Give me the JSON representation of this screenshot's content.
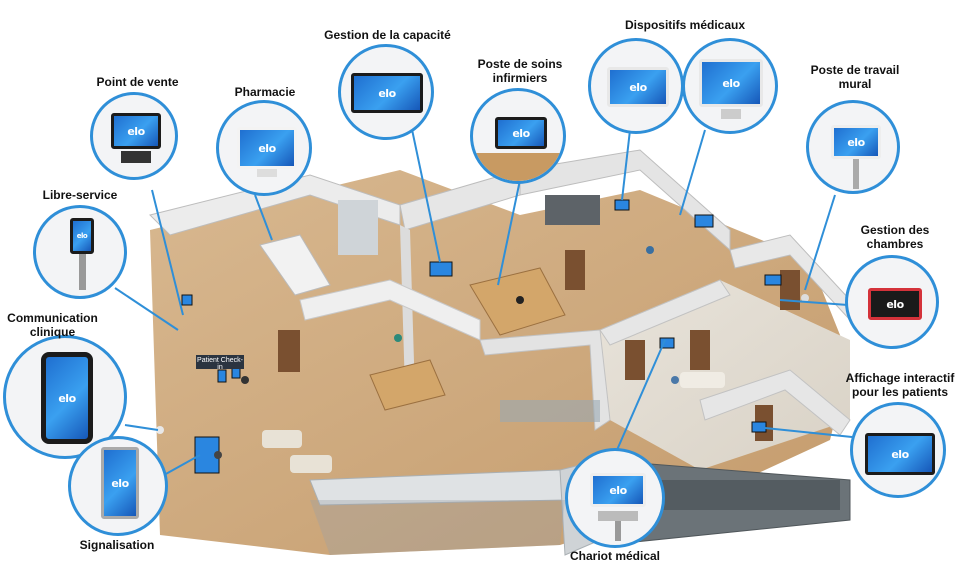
{
  "brand": {
    "logo": "elo",
    "accent": "#2f8fd8",
    "screen": "#2a86e0"
  },
  "floor": {
    "sign": "Patient Check-in"
  },
  "labels": {
    "point_de_vente": "Point de vente",
    "pharmacie": "Pharmacie",
    "gestion_capacite": "Gestion de la capacité",
    "poste_soins": "Poste de soins\ninfirmiers",
    "dispositifs": "Dispositifs médicaux",
    "poste_mural": "Poste de travail\nmural",
    "libre_service": "Libre-service",
    "gestion_chambres": "Gestion des\nchambres",
    "communication": "Communication\nclinique",
    "affichage": "Affichage interactif\npour les patients",
    "signalisation": "Signalisation",
    "chariot": "Chariot médical"
  }
}
